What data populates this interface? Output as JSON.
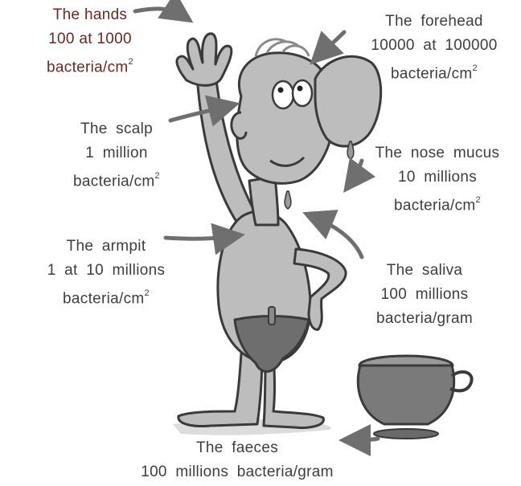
{
  "colors": {
    "brown_label": "#6b2820",
    "gray_label": "#3d3d3d",
    "figure_fill": "#bdbdbd",
    "figure_outline": "#3a3a3a",
    "arrow": "#6f6f6f",
    "loincloth": "#6e6e6e",
    "pot": "#7a7a7a"
  },
  "labels": {
    "hands": {
      "line1": "The hands",
      "line2": "100 at 1000",
      "line3": "bacteria/cm",
      "sup": "2"
    },
    "forehead": {
      "line1": "The  forehead",
      "line2": "10000 at 100000",
      "line3": "bacteria/cm",
      "sup": "2"
    },
    "scalp": {
      "line1": "The  scalp",
      "line2": "1 million",
      "line3": "bacteria/cm",
      "sup": "2"
    },
    "nose": {
      "line1": "The  nose mucus",
      "line2": "10 millions",
      "line3": "bacteria/cm",
      "sup": "2"
    },
    "armpit": {
      "line1": "The  armpit",
      "line2": "1 at 10 millions",
      "line3": "bacteria/cm",
      "sup": "2"
    },
    "saliva": {
      "line1": "The  saliva",
      "line2": "100 millions",
      "line3": "bacteria/gram"
    },
    "faeces": {
      "line1": "The  faeces",
      "line2": "100 millions bacteria/gram"
    }
  },
  "icons": [
    "cartoon-man-illustration",
    "pot-icon",
    "arrow-icon"
  ]
}
